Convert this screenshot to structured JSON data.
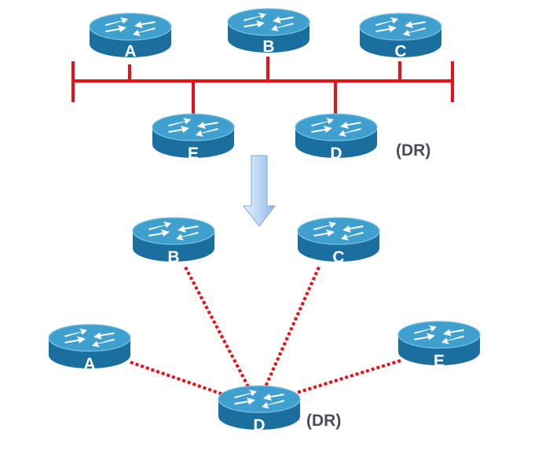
{
  "colors": {
    "ethernet_segment": "#e8101a",
    "adjacency_link": "#e8101a",
    "router_top": "#3f9fcf",
    "router_side": "#1a6f9f",
    "router_arrows": "#ffffff",
    "dr_text": "#4a4a5a",
    "transition_arrow": "#bcd6f2"
  },
  "icons": {
    "router": "router-icon",
    "transition": "down-arrow-icon"
  },
  "top": {
    "routers": [
      {
        "label": "A"
      },
      {
        "label": "B"
      },
      {
        "label": "C"
      },
      {
        "label": "E"
      },
      {
        "label": "D",
        "role": "(DR)"
      }
    ]
  },
  "bottom": {
    "routers": [
      {
        "label": "B"
      },
      {
        "label": "C"
      },
      {
        "label": "A"
      },
      {
        "label": "E"
      },
      {
        "label": "D",
        "role": "(DR)"
      }
    ]
  }
}
